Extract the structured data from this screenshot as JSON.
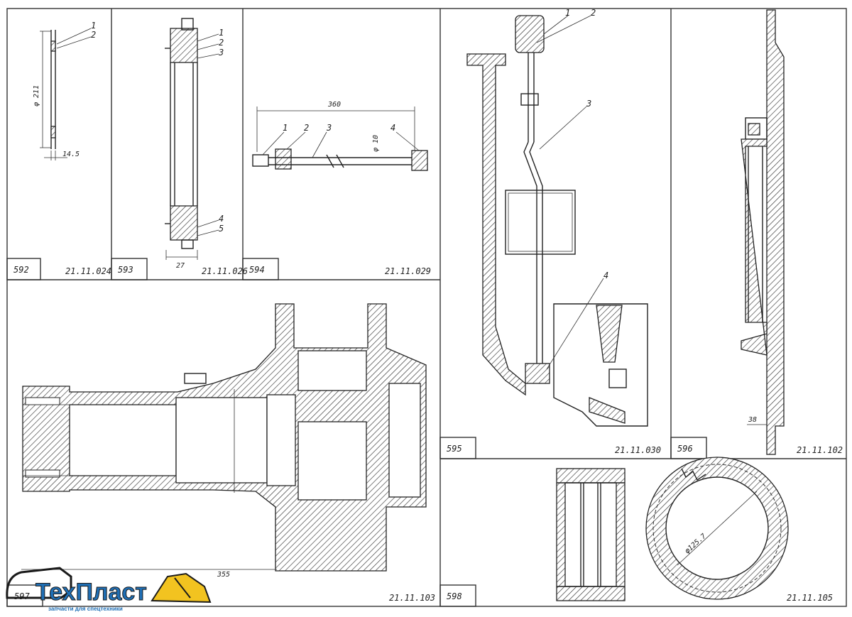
{
  "drawings": [
    {
      "id": "cell-592",
      "number": "592",
      "code": "21.11.024",
      "callouts": [
        "1",
        "2"
      ],
      "dims": [
        "φ 211",
        "14.5"
      ]
    },
    {
      "id": "cell-593",
      "number": "593",
      "code": "21.11.026",
      "callouts": [
        "1",
        "2",
        "3",
        "4",
        "5"
      ],
      "dims": [
        "27"
      ]
    },
    {
      "id": "cell-594",
      "number": "594",
      "code": "21.11.029",
      "callouts": [
        "1",
        "2",
        "3",
        "4"
      ],
      "dims": [
        "360",
        "φ 10"
      ]
    },
    {
      "id": "cell-595",
      "number": "595",
      "code": "21.11.030",
      "callouts": [
        "1",
        "2",
        "3",
        "4"
      ],
      "dims": []
    },
    {
      "id": "cell-596",
      "number": "596",
      "code": "21.11.102",
      "callouts": [],
      "dims": [
        "38"
      ]
    },
    {
      "id": "cell-597",
      "number": "597",
      "code": "21.11.103",
      "callouts": [],
      "dims": [
        "355"
      ]
    },
    {
      "id": "cell-598",
      "number": "598",
      "code": "21.11.105",
      "callouts": [],
      "dims": [
        "φ125.7"
      ]
    }
  ],
  "watermark": {
    "brand_part1": "Тех",
    "brand_part2": "Пласт",
    "tagline": "запчасти для спецтехники",
    "colors": {
      "primary": "#1f6fb5",
      "accent": "#f2c320",
      "outline": "#1a1a1a"
    },
    "icon": "excavator-bucket-icon"
  }
}
